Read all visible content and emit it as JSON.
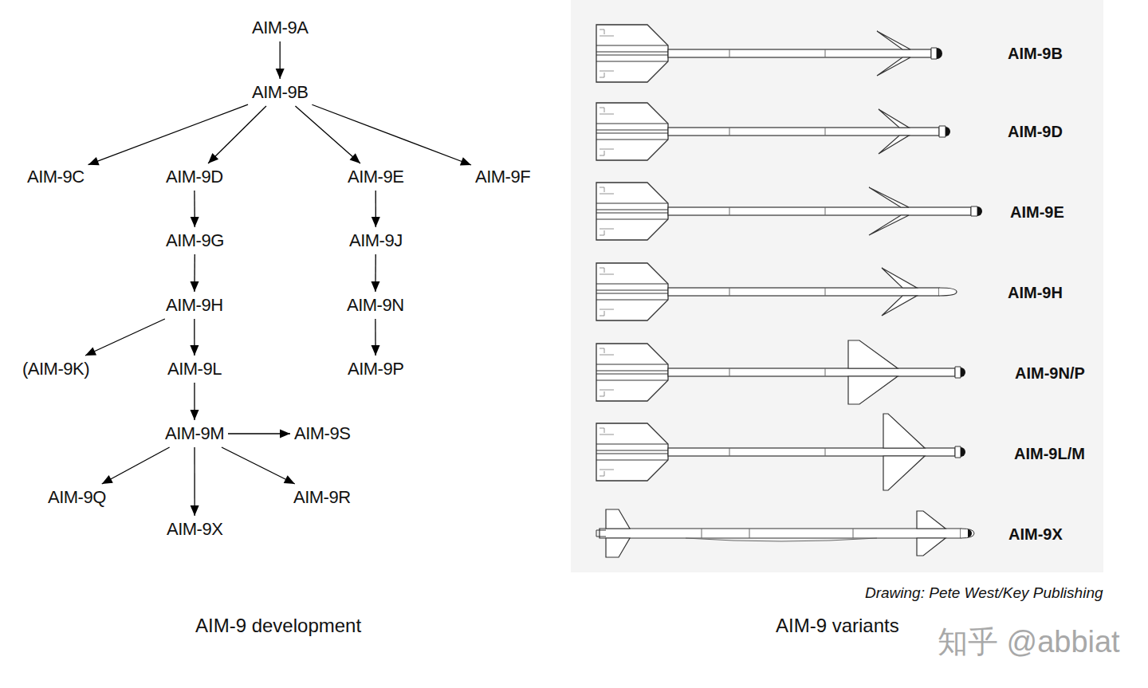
{
  "diagram": {
    "nodes": [
      {
        "text": [
          "AIM-9A"
        ]
      },
      {
        "text": [
          "AIM-9B"
        ]
      },
      {
        "text": [
          "AIM-9C"
        ]
      },
      {
        "text": [
          "AIM-9D"
        ]
      },
      {
        "text": [
          "AIM-9E"
        ]
      },
      {
        "text": [
          "AIM-9F"
        ]
      },
      {
        "text": [
          "AIM-9G"
        ]
      },
      {
        "text": [
          "AIM-9J"
        ]
      },
      {
        "text": [
          "AIM-9H"
        ]
      },
      {
        "text": [
          "AIM-9N"
        ]
      },
      {
        "text": [
          "(AIM-9K)"
        ]
      },
      {
        "text": [
          "AIM-9L"
        ]
      },
      {
        "text": [
          "AIM-9P"
        ]
      },
      {
        "text": [
          "AIM-9M"
        ]
      },
      {
        "text": [
          "AIM-9S"
        ]
      },
      {
        "text": [
          "AIM-9Q"
        ]
      },
      {
        "text": [
          "AIM-9X"
        ]
      },
      {
        "text": [
          "AIM-9R"
        ]
      }
    ],
    "edges": [
      {
        "from": 0,
        "to": 1,
        "arrow": "to"
      },
      {
        "from": 1,
        "to": 2,
        "arrow": "to"
      },
      {
        "from": 1,
        "to": 3,
        "arrow": "to"
      },
      {
        "from": 1,
        "to": 4,
        "arrow": "to"
      },
      {
        "from": 1,
        "to": 5,
        "arrow": "to"
      },
      {
        "from": 3,
        "to": 6,
        "arrow": "to"
      },
      {
        "from": 4,
        "to": 7,
        "arrow": "to"
      },
      {
        "from": 6,
        "to": 8,
        "arrow": "to"
      },
      {
        "from": 7,
        "to": 9,
        "arrow": "to"
      },
      {
        "from": 8,
        "to": 10,
        "arrow": "to"
      },
      {
        "from": 8,
        "to": 11,
        "arrow": "to"
      },
      {
        "from": 9,
        "to": 12,
        "arrow": "to"
      },
      {
        "from": 11,
        "to": 13,
        "arrow": "to"
      },
      {
        "from": 13,
        "to": 14,
        "arrow": "to"
      },
      {
        "from": 13,
        "to": 15,
        "arrow": "to"
      },
      {
        "from": 13,
        "to": 16,
        "arrow": "to"
      },
      {
        "from": 13,
        "to": 17,
        "arrow": "to"
      }
    ],
    "labels": [
      "AIM-9B",
      "AIM-9D",
      "AIM-9E",
      "AIM-9H",
      "AIM-9N/P",
      "AIM-9L/M",
      "AIM-9X",
      "Drawing: Pete West/Key Publishing",
      "AIM-9 development",
      "AIM-9 variants",
      "知乎 @abbiat"
    ]
  }
}
